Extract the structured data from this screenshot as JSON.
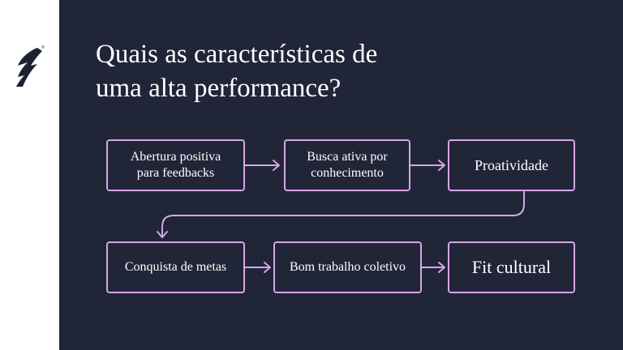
{
  "title": {
    "line1": "Quais as características de",
    "line2": "uma alta performance?"
  },
  "logo": {
    "icon": "feather-logo-icon",
    "mark": "®"
  },
  "flow": {
    "row1": [
      "Abertura positiva para feedbacks",
      "Busca ativa por conhecimento",
      "Proatividade"
    ],
    "row2": [
      "Conquista de metas",
      "Bom trabalho coletivo",
      "Fit cultural"
    ]
  },
  "colors": {
    "background": "#202638",
    "accent": "#d8a6e6",
    "text": "#ffffff"
  }
}
